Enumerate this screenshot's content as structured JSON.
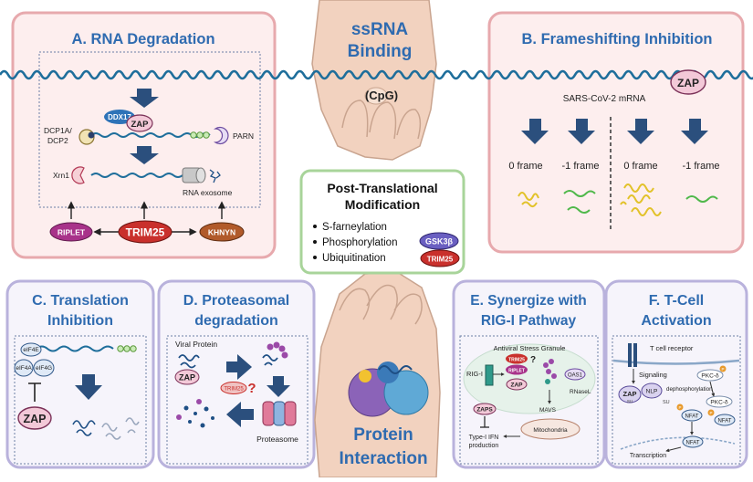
{
  "center": {
    "top_title_1": "ssRNA",
    "top_title_2": "Binding",
    "cpg": "(CpG)",
    "bottom_title_1": "Protein",
    "bottom_title_2": "Interaction",
    "ptm_title_1": "Post-Translational",
    "ptm_title_2": "Modification",
    "ptm_items": [
      "S-farneylation",
      "Phosphorylation",
      "Ubiquitination"
    ],
    "gsk_badge": "GSK3β",
    "trim25_badge": "TRIM25"
  },
  "panel_a": {
    "title": "A. RNA Degradation",
    "ddx17": "DDX17",
    "zap": "ZAP",
    "dcp_line1": "DCP1A/",
    "dcp_line2": "DCP2",
    "parn": "PARN",
    "polya": "AAA",
    "xrn1": "Xrn1",
    "exosome": "RNA exosome",
    "riplet": "RIPLET",
    "trim25": "TRIM25",
    "khnyn": "KHNYN"
  },
  "panel_b": {
    "title": "B. Frameshifting Inhibition",
    "zap": "ZAP",
    "mrna": "SARS-CoV-2 mRNA",
    "frame_labels": [
      "0 frame",
      "-1 frame",
      "0 frame",
      "-1 frame"
    ]
  },
  "panel_c": {
    "title_1": "C. Translation",
    "title_2": "Inhibition",
    "eif4e": "eIF4E",
    "eif4a": "eIF4A",
    "eif4g": "eIF4G",
    "zap": "ZAP",
    "polya": "AAA"
  },
  "panel_d": {
    "title_1": "D. Proteasomal",
    "title_2": "degradation",
    "viral_protein": "Viral Protein",
    "zap": "ZAP",
    "trim25": "TRIM25",
    "question": "?",
    "proteasome": "Proteasome"
  },
  "panel_e": {
    "title_1": "E. Synergize with",
    "title_2": "RIG-I Pathway",
    "granule": "Antiviral Stress Granule",
    "trim25": "TRIM25",
    "riplet": "RIPLET",
    "question": "?",
    "rig_i": "RIG-I",
    "zap": "ZAP",
    "oas1": "OAS1",
    "rnasel": "RNaseL",
    "zaps": "ZAPS",
    "mavs": "MAVS",
    "mitochondria": "Mitochondria",
    "ifn_1": "Type-I IFN",
    "ifn_2": "production"
  },
  "panel_f": {
    "title_1": "F. T-Cell",
    "title_2": "Activation",
    "tcr": "T cell receptor",
    "signaling": "Signaling",
    "zap": "ZAP",
    "zap_sub": "SU",
    "nlp": "NLP",
    "su": "SU",
    "pkc1": "PKC-δ",
    "dephos": "dephosphorylation",
    "pkc2": "PKC-δ",
    "p": "P",
    "nfat": "NFAT",
    "transcription": "Transcription"
  },
  "colors": {
    "accent_blue": "#2f6bb0",
    "panel_pink_fill": "#fdeeee",
    "panel_pink_border": "#e7a9ad",
    "panel_purple_fill": "#f6f4fb",
    "panel_purple_border": "#b9b2dc",
    "panel_green_border": "#a8d49a",
    "rna": "#1e6e9b",
    "arrow": "#2b4f7d",
    "zap_fill": "#f3c9d8",
    "trim25": "#c9302c",
    "riplet": "#a8328a",
    "khnyn": "#b15a2a",
    "ddx17": "#2e73b8",
    "gsk": "#6a5fc1"
  }
}
